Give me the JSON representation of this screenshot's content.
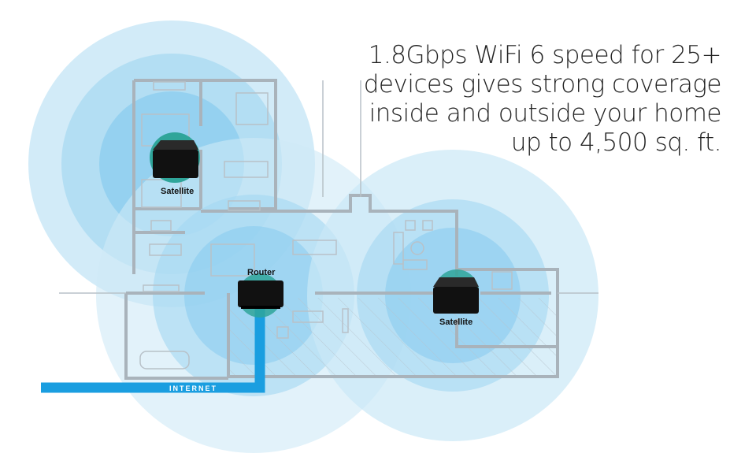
{
  "headline": {
    "lines": [
      "1.8Gbps WiFi 6 speed for 25+",
      "devices gives strong coverage",
      "inside and outside your home",
      "up to 4,500 sq. ft."
    ]
  },
  "devices": {
    "satellite_top": "Satellite",
    "router": "Router",
    "satellite_right": "Satellite"
  },
  "internet_label": "INTERNET",
  "colors": {
    "signal": "#5bb8e6",
    "teal": "#2fa59a",
    "cable": "#1a9ee0",
    "walls": "#a9b3bb"
  }
}
